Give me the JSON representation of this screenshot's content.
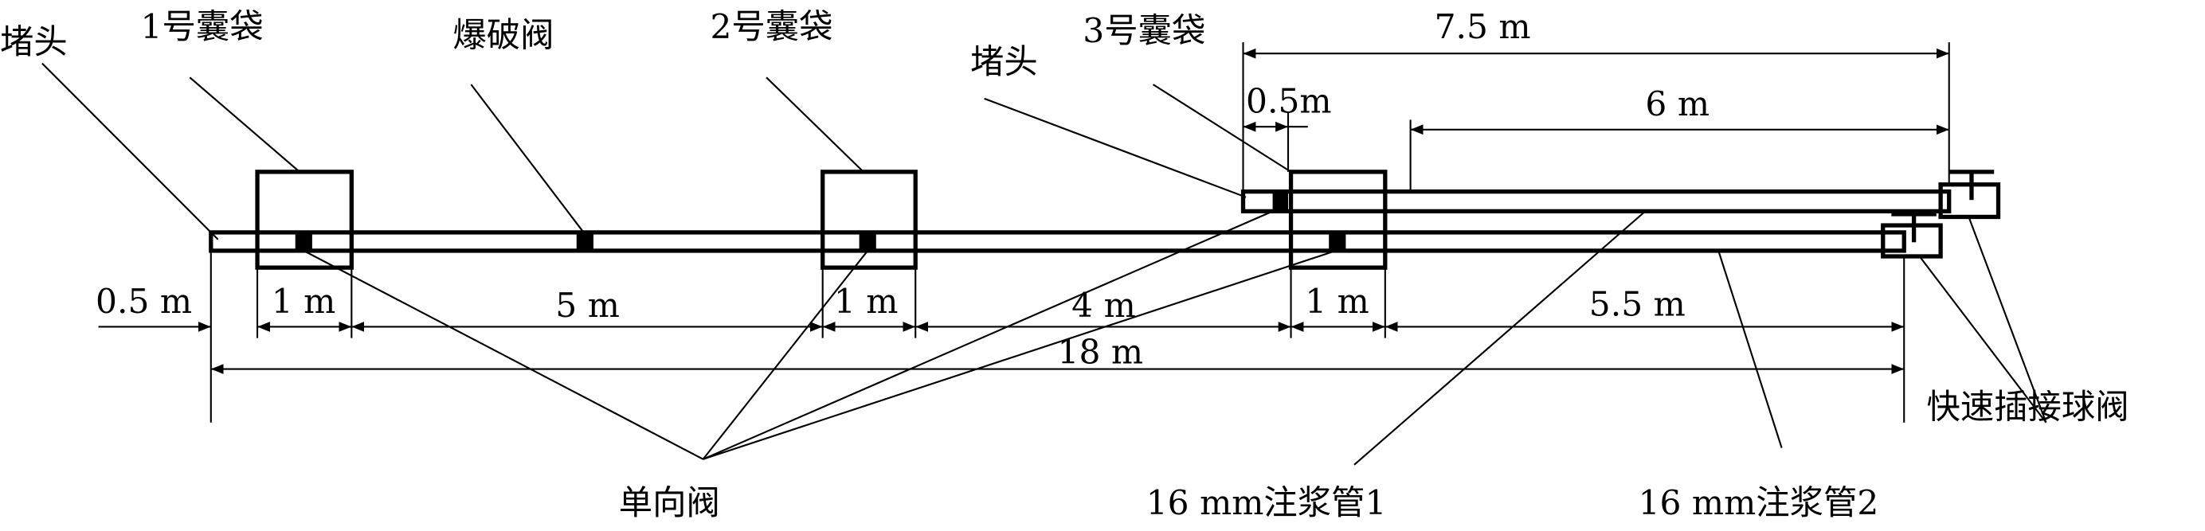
{
  "labels": {
    "plug_left": "堵头",
    "bag1": "1号囊袋",
    "burst_valve": "爆破阀",
    "bag2": "2号囊袋",
    "plug_right": "堵头",
    "bag3": "3号囊袋",
    "check_valve": "单向阀",
    "grout_pipe1": "16 mm注浆管1",
    "grout_pipe2": "16 mm注浆管2",
    "quick_ball_valve": "快速插接球阀"
  },
  "dimensions": {
    "d_7_5": "7.5 m",
    "d_0_5_top": "0.5m",
    "d_6": "6 m",
    "d_0_5_left": "0.5 m",
    "d_1a": "1 m",
    "d_5": "5 m",
    "d_1b": "1 m",
    "d_4": "4 m",
    "d_1c": "1 m",
    "d_5_5": "5.5 m",
    "d_18": "18 m"
  }
}
